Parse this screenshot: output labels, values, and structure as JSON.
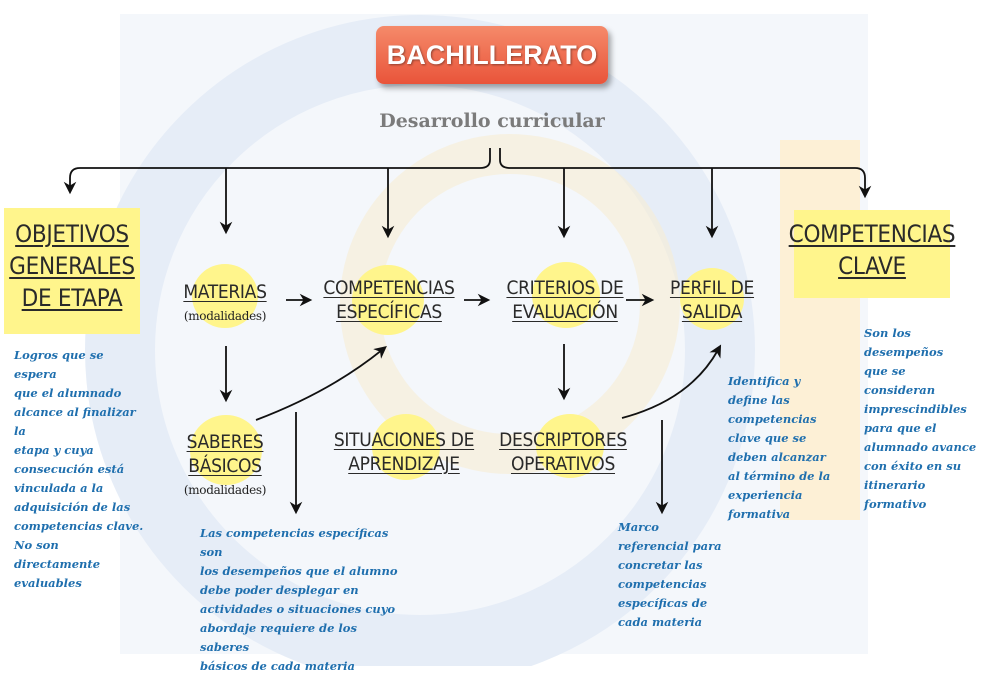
{
  "title": "BACHILLERATO",
  "subtitle": "Desarrollo curricular",
  "nodes": {
    "objetivos": [
      "OBJETIVOS",
      "GENERALES",
      "DE ETAPA"
    ],
    "materias": {
      "label": "MATERIAS",
      "sub": "(modalidades)"
    },
    "competencias_especificas": [
      "COMPETENCIAS",
      "ESPECÍFICAS"
    ],
    "criterios": [
      "CRITERIOS DE",
      "EVALUACIÓN"
    ],
    "perfil": [
      "PERFIL DE",
      "SALIDA"
    ],
    "competencias_clave": [
      "COMPETENCIAS",
      "CLAVE"
    ],
    "saberes": {
      "label": [
        "SABERES",
        "BÁSICOS"
      ],
      "sub": "(modalidades)"
    },
    "situaciones": [
      "SITUACIONES DE",
      "APRENDIZAJE"
    ],
    "descriptores": [
      "DESCRIPTORES",
      "OPERATIVOS"
    ]
  },
  "notes": {
    "objetivos": [
      "Logros que se espera",
      "que el alumnado",
      "alcance al finalizar la",
      "etapa y cuya",
      "consecución está",
      "vinculada a la",
      "adquisición de las",
      "competencias clave.",
      "No son directamente",
      "evaluables"
    ],
    "competencias_especificas": [
      "Las competencias específicas son",
      "los desempeños que el alumno",
      "debe poder desplegar en",
      "actividades o situaciones cuyo",
      "abordaje requiere de los saberes",
      "básicos de cada materia"
    ],
    "descriptores": [
      "Marco",
      "referencial para",
      "concretar las",
      "competencias",
      "específicas de",
      "cada materia"
    ],
    "perfil": [
      "Identifica y",
      "define las",
      "competencias",
      "clave que se",
      "deben alcanzar",
      "al término de la",
      "experiencia",
      "formativa"
    ],
    "competencias_clave": [
      "Son los desempeños",
      "que se consideran",
      "imprescindibles",
      "para que el",
      "alumnado avance",
      "con éxito en su",
      "itinerario formativo"
    ]
  },
  "colors": {
    "title_bg": "#e9543a",
    "highlight": "#fff58c",
    "note_text": "#1f6fae",
    "watermark": "#e6edf7",
    "watermark_accent": "#fdf0d6"
  }
}
